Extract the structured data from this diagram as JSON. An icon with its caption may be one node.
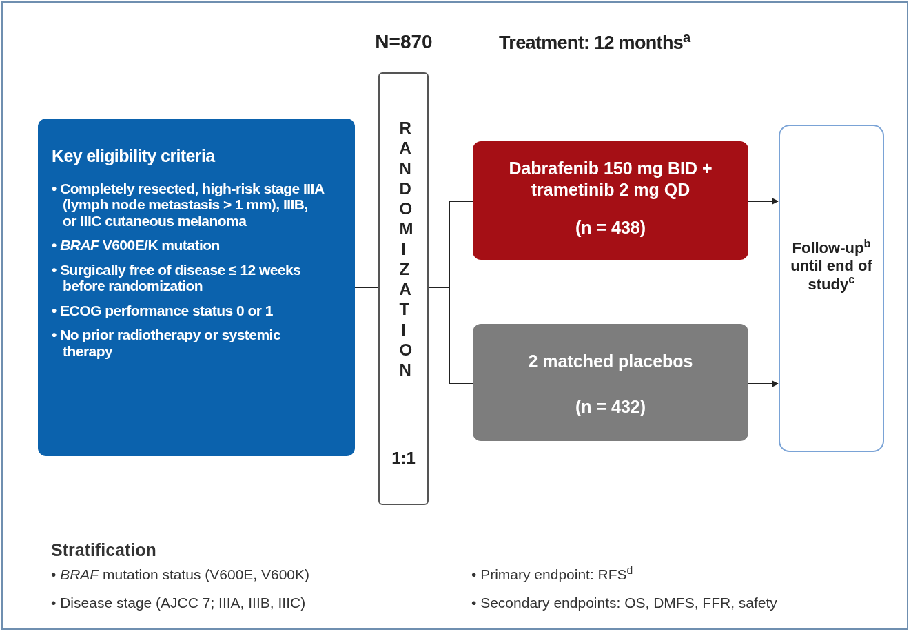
{
  "diagram": {
    "nodes": [
      {
        "text": [
          "Key eligibility criteria",
          "• Completely resected, high-risk stage IIIA (lymph node metastasis > 1 mm), IIIB, or IIIC cutaneous melanoma",
          "• *BRAF* V600E/K mutation",
          "• Surgically free of disease ≤ 12 weeks before randomization",
          "• ECOG performance status 0 or 1",
          "• No prior radiotherapy or systemic therapy"
        ]
      },
      {
        "text": [
          "RANDOMIZATION",
          "1:1"
        ],
        "beside": [
          "N=870"
        ]
      },
      {
        "text": [
          "Dabrafenib 150 mg BID + trametinib 2 mg QD",
          "(n = 438)"
        ]
      },
      {
        "text": [
          "2 matched placebos",
          "(n = 432)"
        ]
      },
      {
        "text": [
          "Follow-up$^{b}$ until end of study$^{c}$"
        ]
      }
    ],
    "edges": [
      {
        "from": 0,
        "to": 1,
        "arrow": "none"
      },
      {
        "from": 1,
        "to": 2,
        "arrow": "none"
      },
      {
        "from": 1,
        "to": 3,
        "arrow": "none"
      },
      {
        "from": 2,
        "to": 4,
        "arrow": "to"
      },
      {
        "from": 3,
        "to": 4,
        "arrow": "to"
      }
    ],
    "labels": [
      "Treatment: 12 months$^{a}$",
      "Stratification",
      "• *BRAF* mutation status (V600E, V600K)",
      "• Disease stage (AJCC 7; IIIA, IIIB, IIIC)",
      "• Primary endpoint: RFS$^{d}$",
      "• Secondary endpoints: OS, DMFS, FFR, safety"
    ]
  }
}
